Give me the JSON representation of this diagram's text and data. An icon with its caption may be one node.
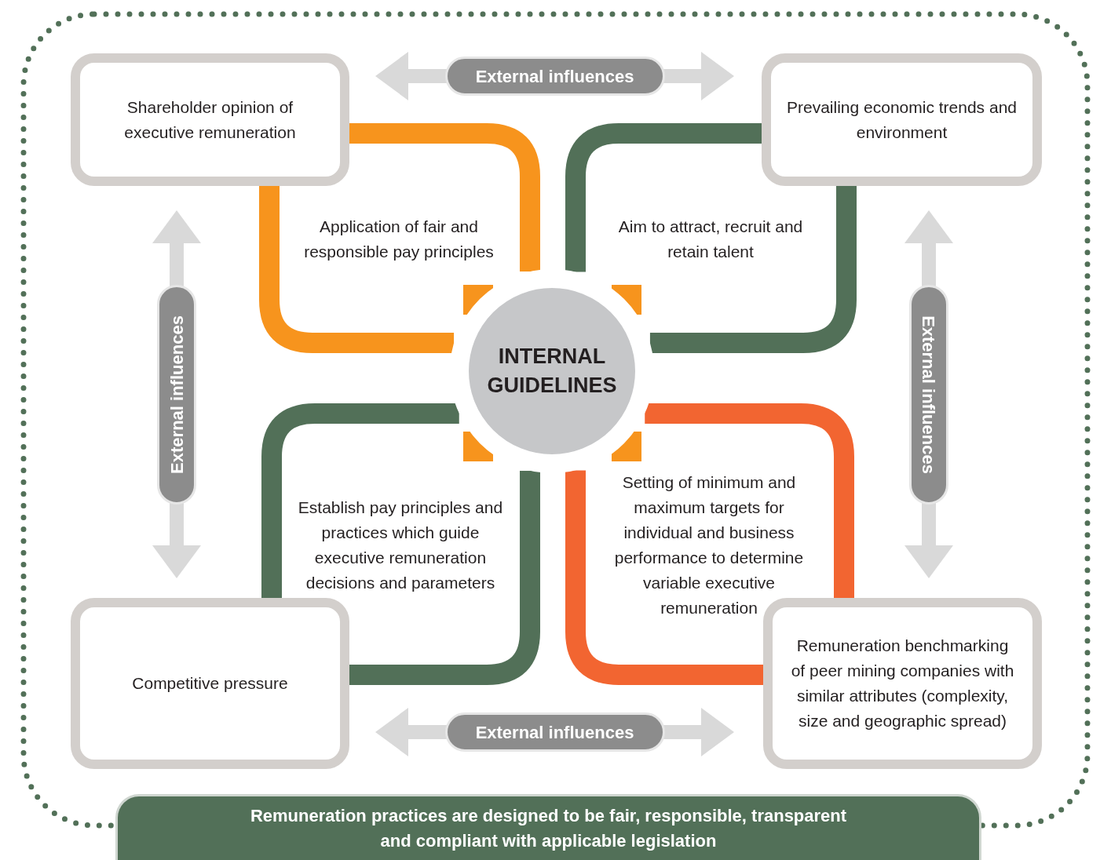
{
  "diagram": {
    "nodes": [
      {
        "text": [
          "Shareholder opinion of executive remuneration"
        ]
      },
      {
        "text": [
          "Prevailing economic trends and environment"
        ]
      },
      {
        "text": [
          "Competitive pressure"
        ]
      },
      {
        "text": [
          "Remuneration benchmarking of peer mining companies with similar attributes (complexity, size and geographic spread)"
        ]
      },
      {
        "text": [
          "INTERNAL GUIDELINES"
        ]
      },
      {
        "text": [
          "Remuneration practices are designed to be fair, responsible, transparent and compliant with applicable legislation"
        ]
      }
    ],
    "edges": [
      {
        "from": 0,
        "to": 4,
        "arrow": "none",
        "color": "#f7941d"
      },
      {
        "from": 0,
        "to": 4,
        "arrow": "none",
        "color": "#f7941d"
      },
      {
        "from": 1,
        "to": 4,
        "arrow": "none",
        "color": "#527058"
      },
      {
        "from": 1,
        "to": 4,
        "arrow": "none",
        "color": "#527058"
      },
      {
        "from": 2,
        "to": 4,
        "arrow": "none",
        "color": "#527058"
      },
      {
        "from": 2,
        "to": 4,
        "arrow": "none",
        "color": "#527058"
      },
      {
        "from": 3,
        "to": 4,
        "arrow": "none",
        "color": "#f26531"
      },
      {
        "from": 3,
        "to": 4,
        "arrow": "none",
        "color": "#f26531"
      },
      {
        "from": 0,
        "to": 1,
        "arrow": "both",
        "label": "External influences",
        "color": "#d9d9d9"
      },
      {
        "from": 0,
        "to": 2,
        "arrow": "both",
        "label": "External influences",
        "color": "#d9d9d9"
      },
      {
        "from": 1,
        "to": 3,
        "arrow": "both",
        "label": "External influences",
        "color": "#d9d9d9"
      },
      {
        "from": 2,
        "to": 3,
        "arrow": "both",
        "label": "External influences",
        "color": "#d9d9d9"
      }
    ],
    "labels": [
      "Application of fair and responsible pay principles",
      "Aim to attract, recruit and retain talent",
      "Establish pay principles and practices which guide executive remuneration decisions and parameters",
      "Setting of minimum and maximum targets for individual and business performance to determine variable executive remuneration"
    ]
  }
}
